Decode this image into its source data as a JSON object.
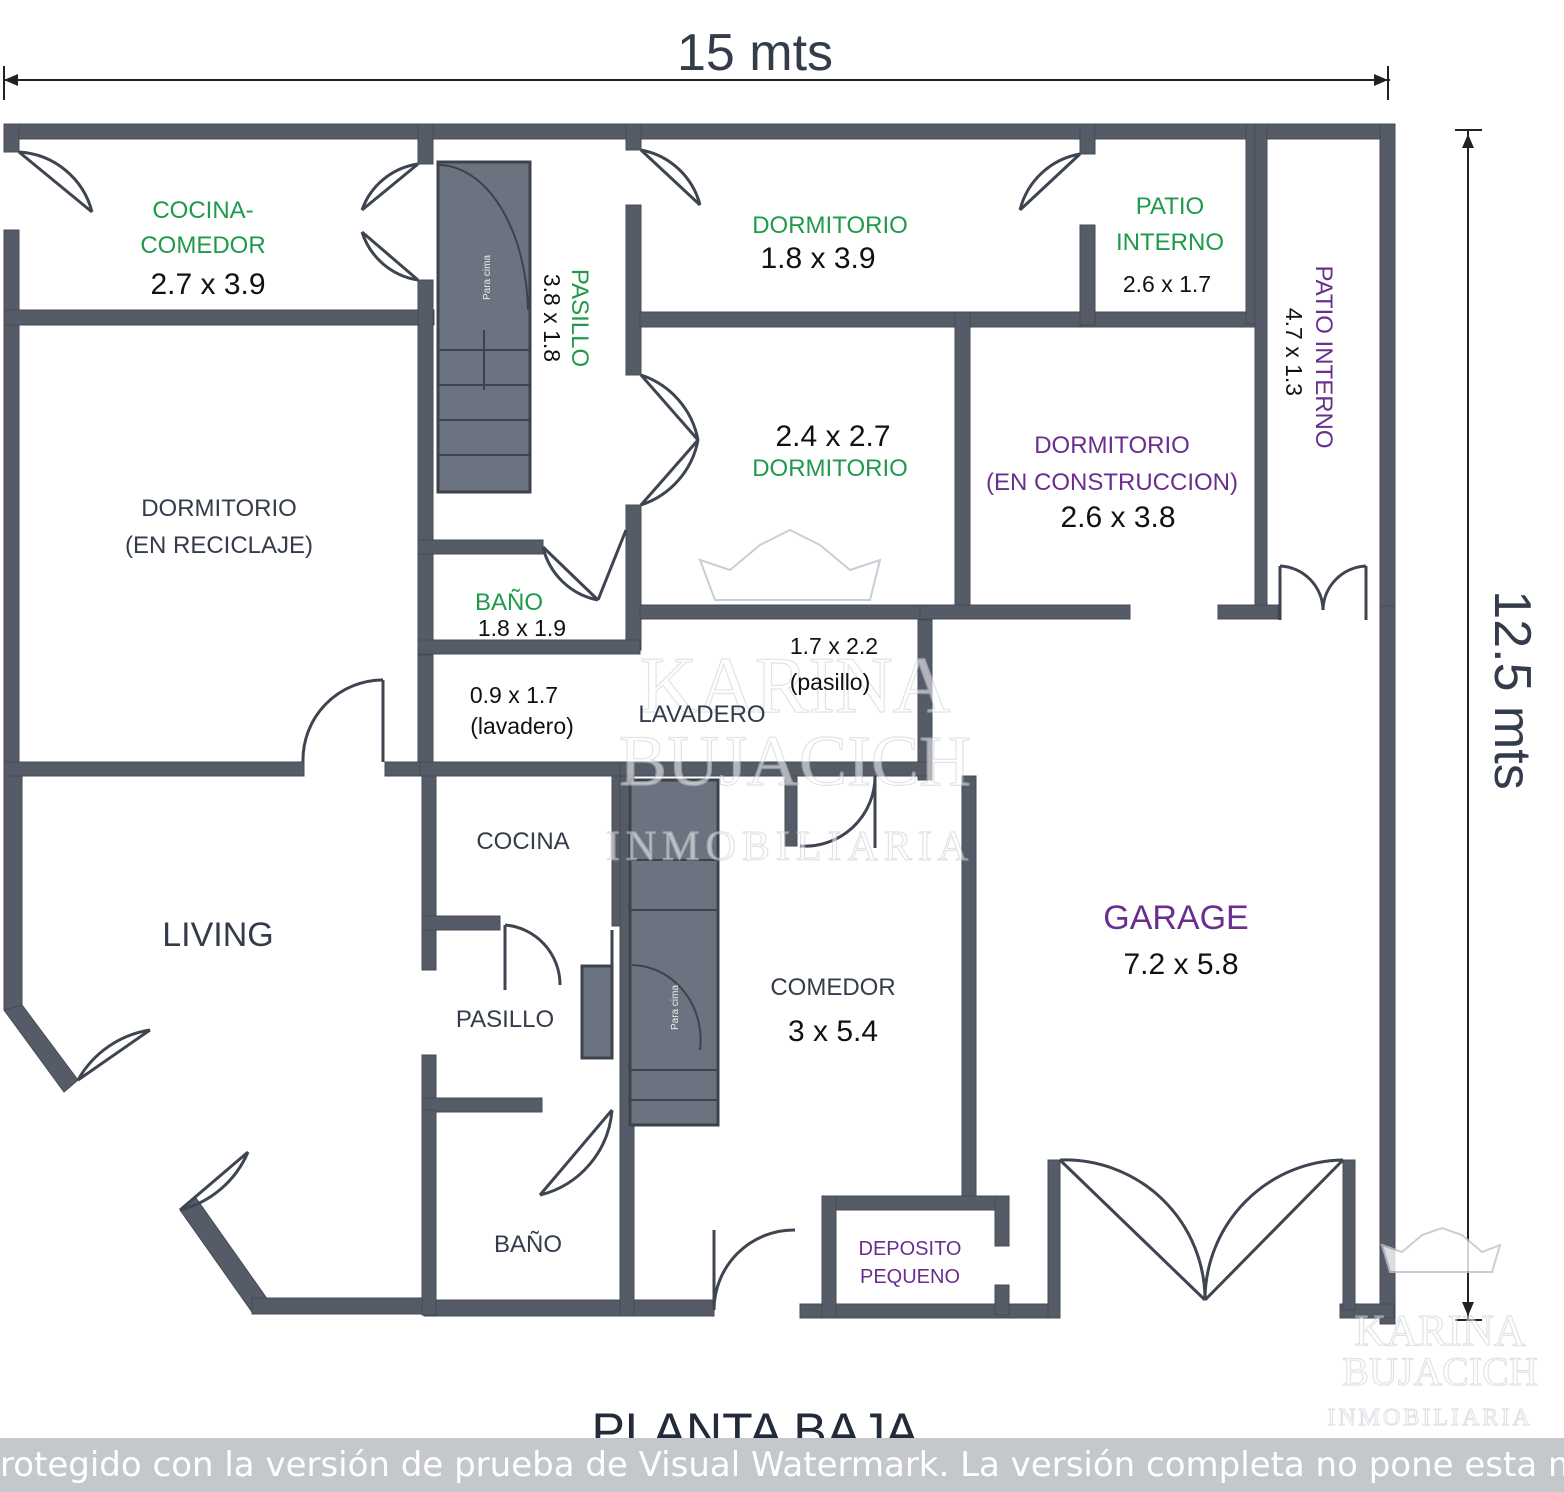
{
  "dimensions": {
    "width": "15 mts",
    "height": "12.5 mts"
  },
  "floor_title": "PLANTA BAJA",
  "rooms": {
    "cocina_comedor": {
      "name_1": "COCINA-",
      "name_2": "COMEDOR",
      "size": "2.7 x 3.9"
    },
    "pasillo_top": {
      "name": "PASILLO",
      "size": "3.8 x 1.8",
      "stair_text": "Para cima"
    },
    "dormitorio_top": {
      "name": "DORMITORIO",
      "size": "1.8 x 3.9"
    },
    "patio_interno_1": {
      "name_1": "PATIO",
      "name_2": "INTERNO",
      "size": "2.6 x 1.7"
    },
    "patio_interno_2": {
      "name": "PATIO INTERNO",
      "size": "4.7 x 1.3"
    },
    "dormitorio_mid": {
      "name": "DORMITORIO",
      "size": "2.4 x 2.7"
    },
    "dormitorio_construccion": {
      "name_1": "DORMITORIO",
      "name_2": "(EN CONSTRUCCION)",
      "size": "2.6 x 3.8"
    },
    "dormitorio_reciclaje": {
      "name_1": "DORMITORIO",
      "name_2": "(EN RECICLAJE)"
    },
    "bano_top": {
      "name": "BAÑO",
      "size": "1.8 x 1.9"
    },
    "pasillo_mid": {
      "size_1": "1.7 x 2.2",
      "size_2": "(pasillo)"
    },
    "lavadero": {
      "size_1": "0.9 x 1.7",
      "size_2": "(lavadero)",
      "name": "LAVADERO"
    },
    "cocina": {
      "name": "COCINA"
    },
    "living": {
      "name": "LIVING"
    },
    "pasillo_bottom": {
      "name": "PASILLO"
    },
    "bano_bottom": {
      "name": "BAÑO"
    },
    "comedor": {
      "name": "COMEDOR",
      "size": "3 x 5.4",
      "stair_text": "Para cima"
    },
    "garage": {
      "name": "GARAGE",
      "size": "7.2 x 5.8"
    },
    "deposito": {
      "name_1": "DEPOSITO",
      "name_2": "PEQUENO"
    }
  },
  "watermark": {
    "line_1": "KARINA",
    "line_2": "BUJACICH",
    "line_3": "INMOBILIARIA"
  },
  "trial_notice": "rotegido con la versión de prueba de Visual Watermark. La versión completa no pone esta marca"
}
